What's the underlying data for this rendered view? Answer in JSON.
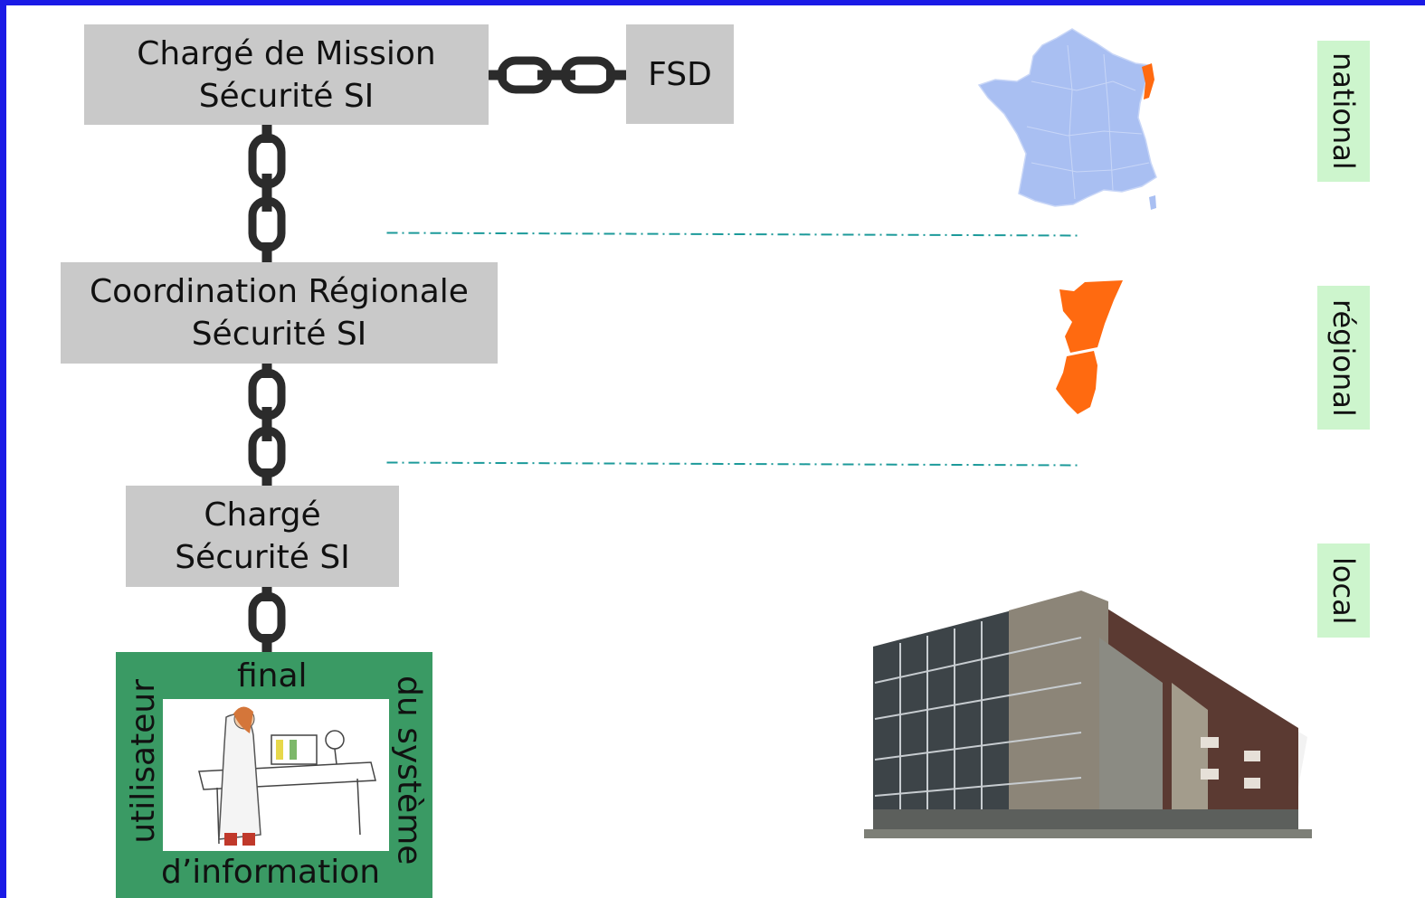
{
  "boxes": {
    "mission_line1": "Chargé de Mission",
    "mission_line2": "Sécurité SI",
    "fsd": "FSD",
    "regional_line1": "Coordination Régionale",
    "regional_line2": "Sécurité SI",
    "local_line1": "Chargé",
    "local_line2": "Sécurité SI"
  },
  "end_user": {
    "top": "final",
    "left": "utilisateur",
    "right": "du système",
    "bottom": "d’information"
  },
  "levels": {
    "national": "national",
    "regional": "régional",
    "local": "local"
  },
  "colors": {
    "frame": "#1a1ae6",
    "box": "#c9c9c9",
    "chain": "#2b2b2b",
    "separator": "#1c9a9a",
    "level_tag": "#cdf5cd",
    "user_box": "#3a9a64",
    "map_france": "#a9bff2",
    "map_region": "#ff6a10"
  },
  "icons": [
    "chain-link-icon",
    "france-map",
    "alsace-map",
    "building-photo",
    "scientist-illustration"
  ]
}
